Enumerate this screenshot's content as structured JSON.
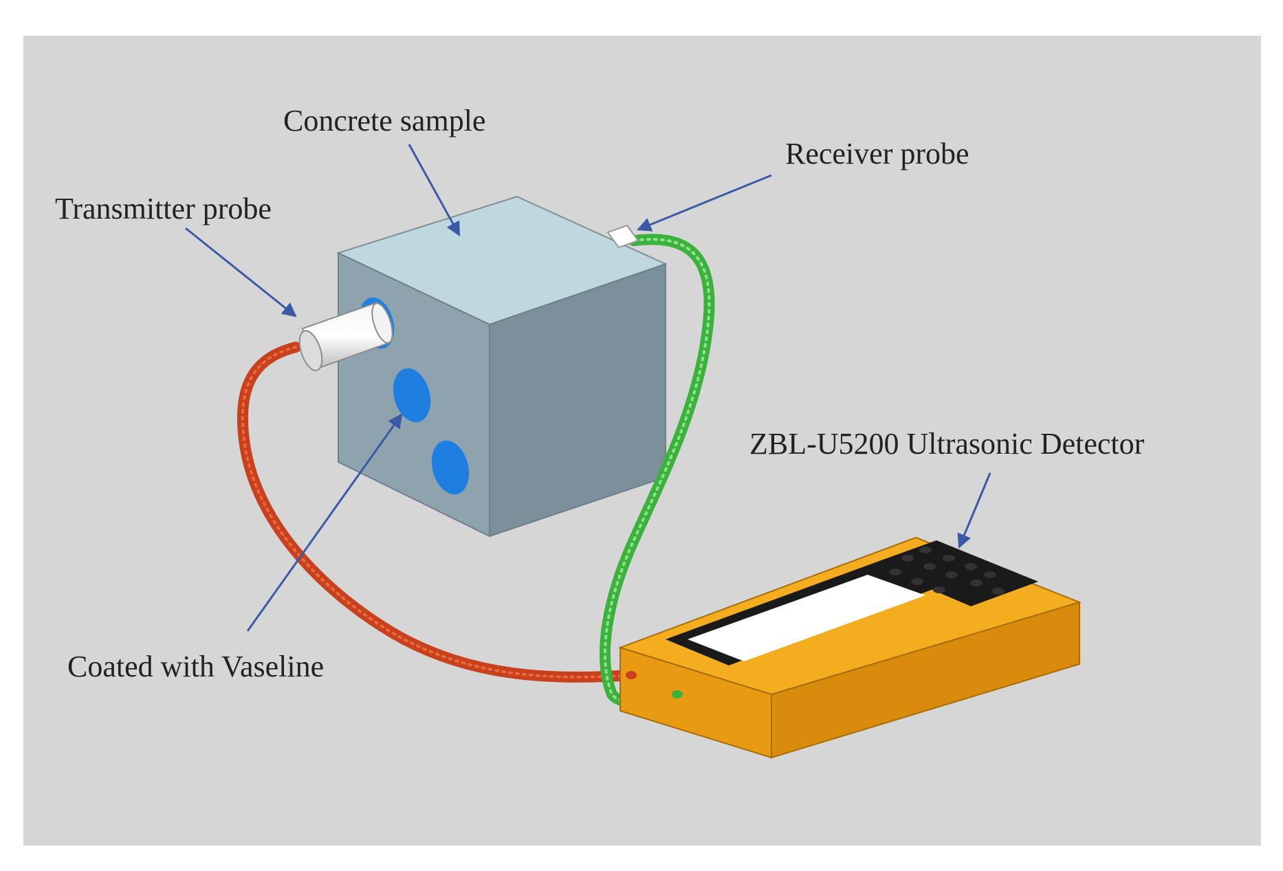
{
  "labels": {
    "concrete_sample": "Concrete sample",
    "receiver_probe": "Receiver probe",
    "transmitter_probe": "Transmitter probe",
    "detector": "ZBL-U5200 Ultrasonic Detector",
    "vaseline": "Coated with Vaseline"
  },
  "colors": {
    "background": "#d6d6d6",
    "frame": "#ffffff",
    "arrow": "#3a5aa6",
    "cube_top": "#bfd8e0",
    "cube_front": "#8ea3ad",
    "cube_side": "#7c909b",
    "coupling_spots": "#1f7fe0",
    "red_cable": "#c8401c",
    "green_cable": "#3bb23b",
    "detector_body": "#f4ad1e",
    "detector_screen": "#ffffff",
    "detector_panel": "#1a1a1a"
  }
}
